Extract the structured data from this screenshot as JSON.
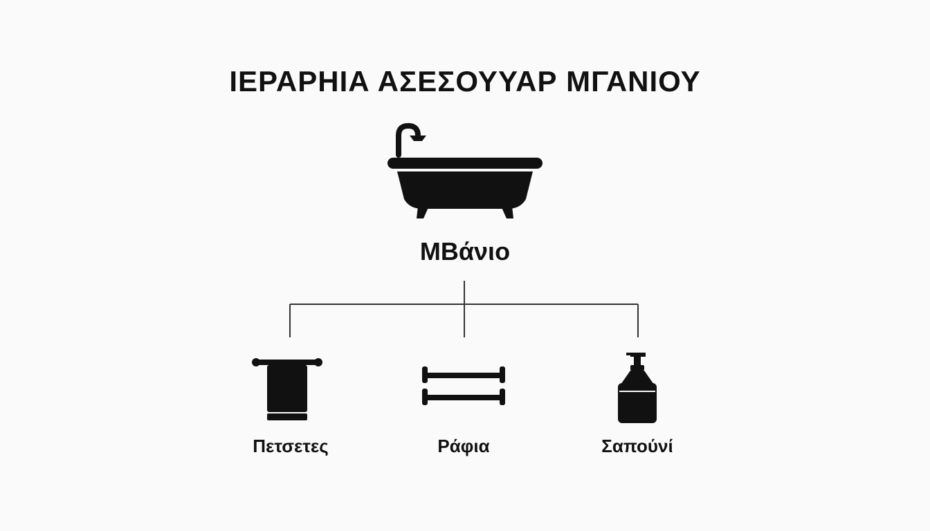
{
  "diagram": {
    "title": "ΙΕΡΑΡΗΙΑ ΑΣΕΣΟΥΥΑΡ ΜΓΑΝΙΟΥ",
    "root": {
      "label": "ΜΒάνιο",
      "icon": "bathtub-icon"
    },
    "children": [
      {
        "label": "Πετσετες",
        "icon": "towel-icon"
      },
      {
        "label": "Ράφια",
        "icon": "towel-rack-icon"
      },
      {
        "label": "Σαπούνί",
        "icon": "soap-dispenser-icon"
      }
    ]
  },
  "colors": {
    "background": "#fafafa",
    "ink": "#111111",
    "connector": "#333333"
  }
}
